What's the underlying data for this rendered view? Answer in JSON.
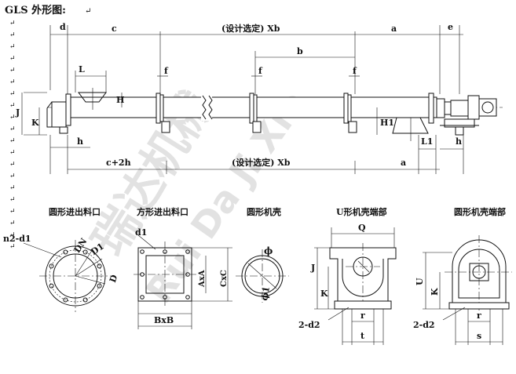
{
  "header": {
    "title": "GLS 外形图:",
    "return_mark": "↵"
  },
  "return_marks_left": [
    "↵",
    "↵",
    "↵",
    "↵",
    "↵",
    "↵",
    "↵",
    "↵",
    "↵",
    "↵",
    "↵",
    "↵",
    "↵",
    "↵",
    "↵",
    "↵",
    "↵",
    "↵",
    "↵",
    "↵"
  ],
  "main_view": {
    "dim_d": "d",
    "dim_c": "c",
    "dim_total_top": "(设计选定) Xb",
    "dim_a_top": "a",
    "dim_e": "e",
    "dim_b": "b",
    "dim_L": "L",
    "dim_f_labels": [
      "f",
      "f",
      "f"
    ],
    "dim_H": "H",
    "dim_J": "J",
    "dim_K": "K",
    "dim_H1": "H1",
    "dim_h_left": "h",
    "dim_L1": "L1",
    "dim_h_right": "h",
    "dim_c2h": "c+2h",
    "dim_total_bottom": "(设计选定) Xb",
    "dim_a_bottom": "a"
  },
  "inlet_round": {
    "title": "圆形进出料口",
    "n2d1": "n2-d1",
    "dn": "DN",
    "d1": "D1",
    "d": "D"
  },
  "inlet_square": {
    "title": "方形进出料口",
    "d1": "d1",
    "axa": "AxA",
    "cxc": "CxC",
    "bxb": "BxB"
  },
  "round_casing": {
    "title": "圆形机壳",
    "phi": "ϕ",
    "phi1": "ϕ1"
  },
  "u_end": {
    "title": "U形机壳端部",
    "q": "Q",
    "j": "J",
    "k": "K",
    "r": "r",
    "t": "t",
    "d2": "2-d2"
  },
  "round_end": {
    "title": "圆形机壳端部",
    "u": "U",
    "k": "K",
    "r": "r",
    "s": "s",
    "d2": "2-d2"
  },
  "watermark": {
    "cn": "瑞达机械",
    "latin": "Rui Da Ji Xie"
  }
}
